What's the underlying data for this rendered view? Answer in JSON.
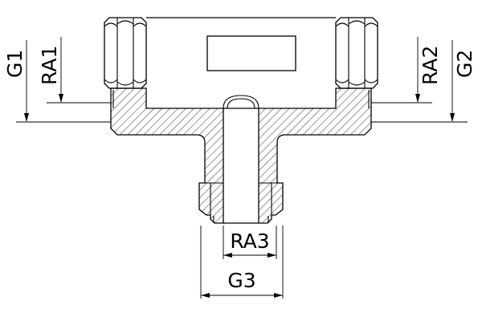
{
  "page": {
    "background": "#ffffff",
    "line_color": "#000000"
  },
  "drawing": {
    "kind": "sectioned-tee-fitting",
    "view": "front-section"
  },
  "labels": {
    "g1": "G1",
    "ra1": "RA1",
    "ra2": "RA2",
    "g2": "G2",
    "ra3": "RA3",
    "g3": "G3"
  }
}
